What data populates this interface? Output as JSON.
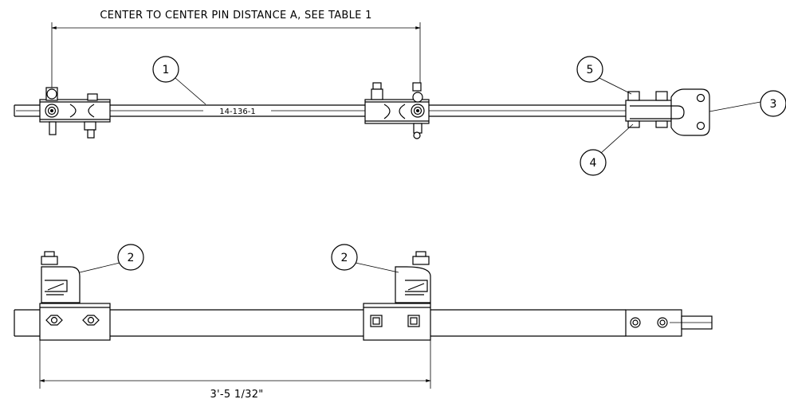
{
  "dimensions": {
    "top_label": "CENTER TO CENTER PIN DISTANCE A, SEE TABLE 1",
    "bottom_label": "3'-5 1/32\""
  },
  "part_label": "14-136-1",
  "balloons": {
    "b1": "1",
    "b2a": "2",
    "b2b": "2",
    "b3": "3",
    "b4": "4",
    "b5": "5"
  }
}
